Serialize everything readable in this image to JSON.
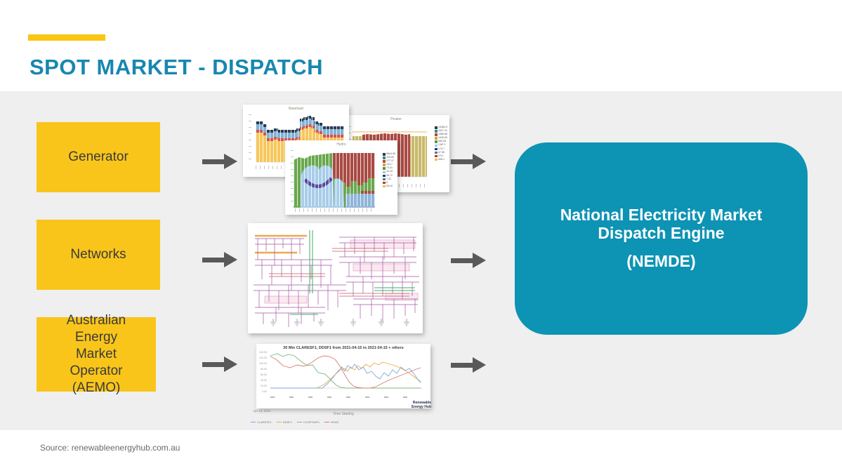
{
  "slide": {
    "title": "SPOT MARKET - DISPATCH",
    "source": "Source: renewableenergyhub.com.au",
    "colors": {
      "accent_yellow": "#FAC51B",
      "title_teal": "#1787B0",
      "nemde_teal": "#0D93B4",
      "arrow_gray": "#595959",
      "background_gray": "#EFEFEF"
    }
  },
  "inputs": {
    "generator": "Generator",
    "networks": "Networks",
    "aemo": "Australian Energy Market Operator (AEMO)"
  },
  "nemde": {
    "name": "National Electricity Market Dispatch Engine",
    "abbr": "(NEMDE)"
  },
  "charts": {
    "baseload": {
      "title": "Baseload"
    },
    "peaker": {
      "title": "Peaker",
      "legend": [
        "14364.9",
        "3327.41",
        "1489.68",
        "1449.53",
        "459.28",
        "CAP 2",
        "174.7",
        "47.06",
        "3.01",
        "438.1"
      ]
    },
    "hydro": {
      "title": "Hydro",
      "legend": [
        "5844.56",
        "415.69",
        "377.27",
        "134.7",
        "74.41",
        "10.15",
        "36.72",
        "7.42",
        "8",
        "924.6"
      ]
    },
    "output": {
      "title": "30 Min CLARESF1, DDSF1 from 2021-04-15 to 2021-04-15 + others",
      "xlabel": "Time Starting",
      "date_label": "Apr 15, 2021",
      "y_ticks": [
        "140.00",
        "120.00",
        "100.00",
        "80.00",
        "60.00",
        "40.00",
        "20.00",
        "0.00"
      ],
      "legend": [
        "CLARESF1",
        "DDSF1",
        "COOPGWF1",
        "NSW1"
      ],
      "brand_line1": "Renewable",
      "brand_line2": "Energy Hub"
    }
  }
}
